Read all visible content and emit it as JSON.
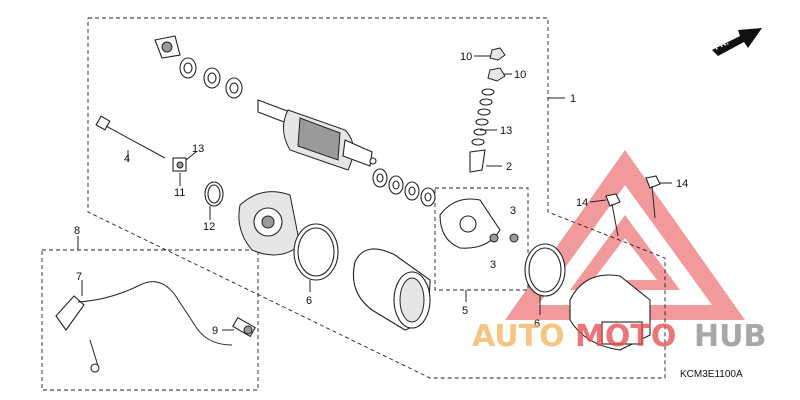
{
  "diagram": {
    "code": "KCM3E1100A",
    "direction_label": "FR.",
    "callouts": {
      "c1": "1",
      "c2": "2",
      "c3a": "3",
      "c3b": "3",
      "c4": "4",
      "c5": "5",
      "c6a": "6",
      "c6b": "6",
      "c7": "7",
      "c8": "8",
      "c9": "9",
      "c10a": "10",
      "c10b": "10",
      "c11": "11",
      "c12": "12",
      "c13a": "13",
      "c13b": "13",
      "c14a": "14",
      "c14b": "14"
    }
  },
  "watermark": {
    "text_a": "AUTO",
    "text_b": "MOTO",
    "text_c": "HUB",
    "colors": {
      "orange": "#f5b25a",
      "red": "#e8484a",
      "grey": "#8a8a8a"
    }
  }
}
